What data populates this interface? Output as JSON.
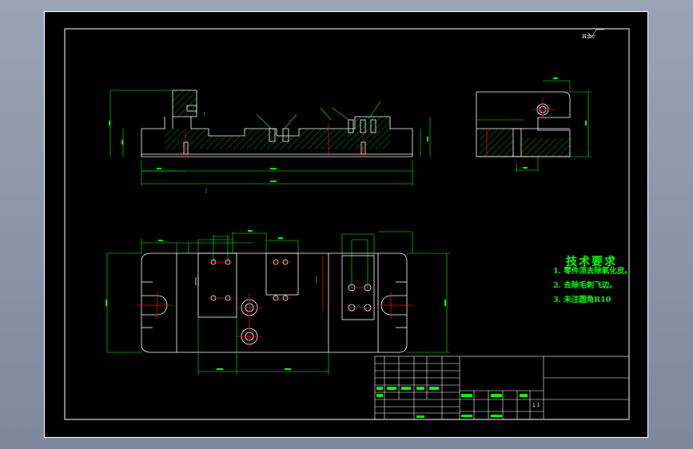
{
  "colors": {
    "background": "#000000",
    "frame": "#ffffff",
    "geometry": "#ffffff",
    "dimension": "#00ff00",
    "hatch": "#00ff00",
    "center_line": "#ff0000",
    "text": "#00ff00"
  },
  "tech_requirements": {
    "title": "技术要求",
    "items": [
      "1. 零件须去除氧化皮。",
      "2. 去除毛刺飞边。",
      "3. 未注圆角R10"
    ]
  },
  "surface_note": "其余▽",
  "title_block": {
    "scale": "1:1"
  }
}
